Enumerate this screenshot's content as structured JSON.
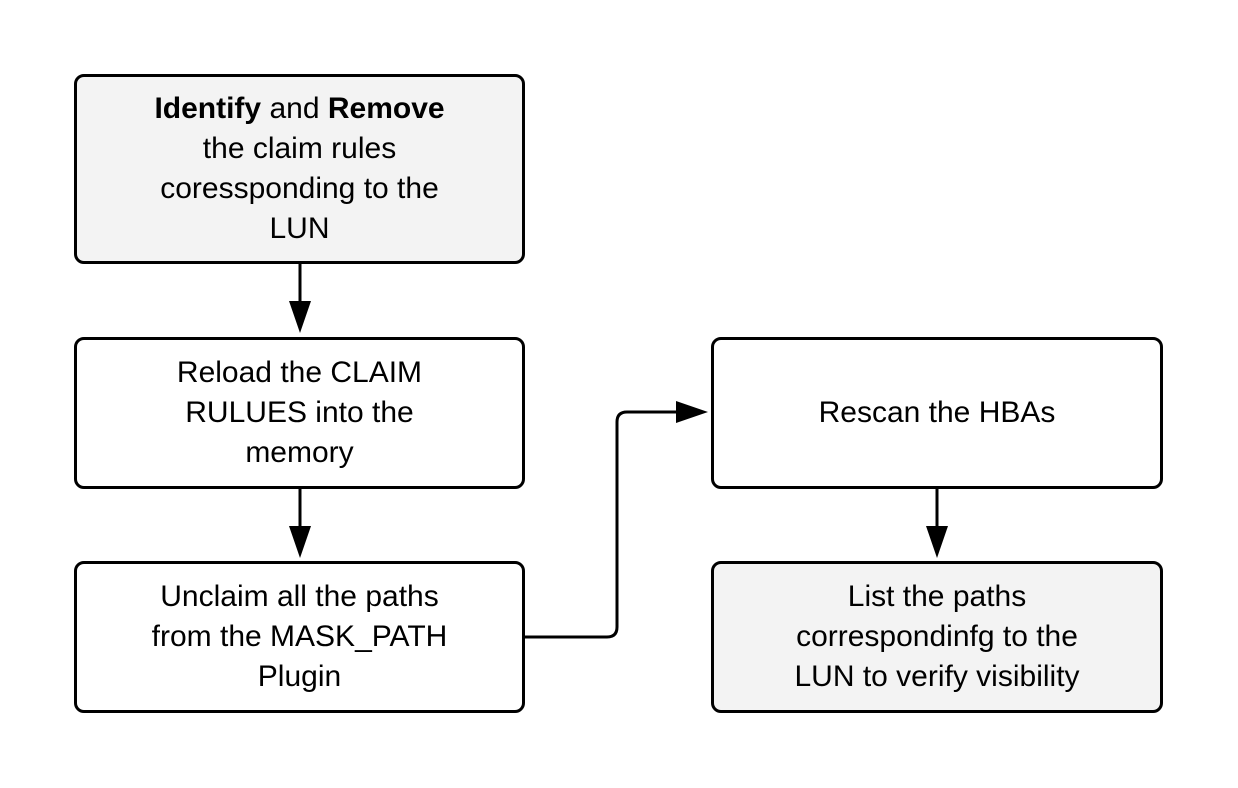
{
  "colors": {
    "stroke": "#000000",
    "text": "#000000",
    "box_fill": "#ffffff",
    "box_fill_highlight": "#f3f3f3",
    "background": "#ffffff"
  },
  "steps": {
    "identify": {
      "bold_1": "Identify",
      "joiner": " and ",
      "bold_2": "Remove",
      "line_2": "the claim rules",
      "line_3": "coressponding to the",
      "line_4": "LUN"
    },
    "reload": {
      "line_1": "Reload the CLAIM",
      "line_2": "RULUES into the",
      "line_3": "memory"
    },
    "unclaim": {
      "line_1": "Unclaim all the paths",
      "line_2": "from the MASK_PATH",
      "line_3": "Plugin"
    },
    "rescan": {
      "line_1": "Rescan the HBAs"
    },
    "list": {
      "line_1": "List the paths",
      "line_2": "correspondinfg to the",
      "line_3": "LUN to verify visibility"
    }
  }
}
